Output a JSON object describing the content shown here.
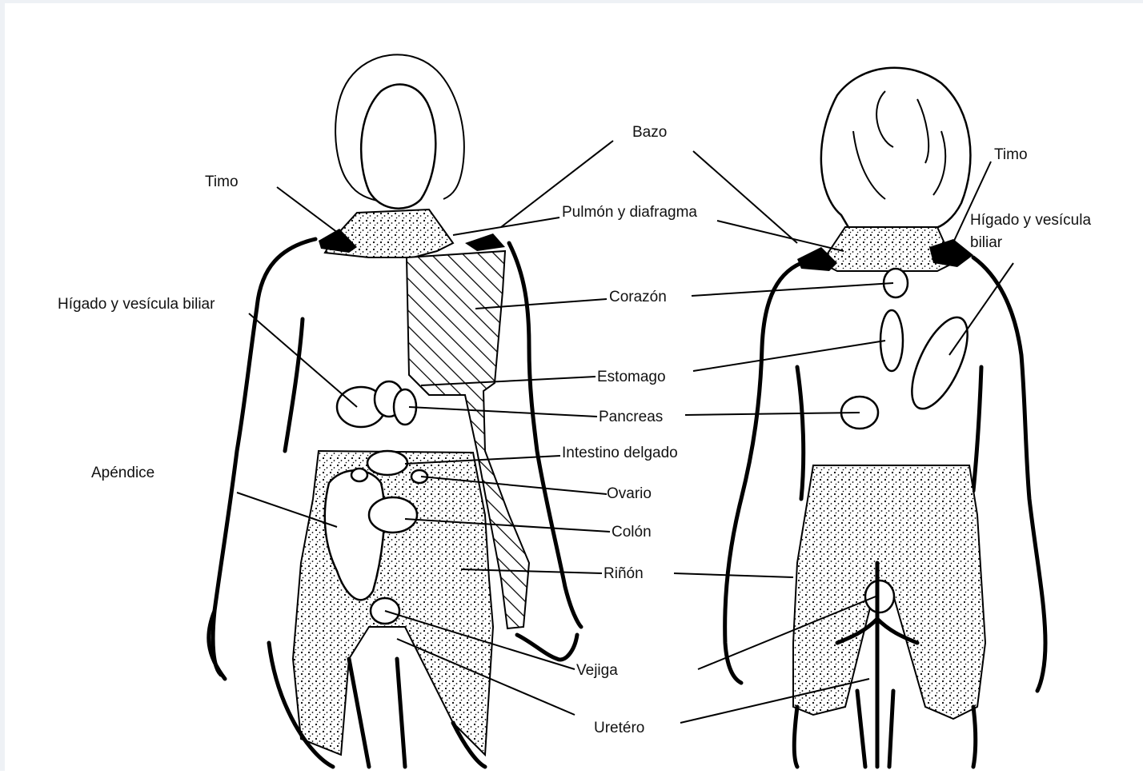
{
  "labels": {
    "bazo": "Bazo",
    "timo_front": "Timo",
    "timo_back": "Timo",
    "pulmon": "Pulmón y diafragma",
    "higado_front": "Hígado y vesícula biliar",
    "higado_back_1": "Hígado y vesícula",
    "higado_back_2": "biliar",
    "corazon": "Corazón",
    "estomago": "Estomago",
    "pancreas": "Pancreas",
    "intestino": "Intestino delgado",
    "ovario": "Ovario",
    "colon": "Colón",
    "rinon": "Riñón",
    "apendice": "Apéndice",
    "vejiga": "Vejiga",
    "uretero": "Uretéro"
  },
  "colors": {
    "line": "#000000",
    "background": "#ffffff",
    "frame": "#eef1f5"
  }
}
